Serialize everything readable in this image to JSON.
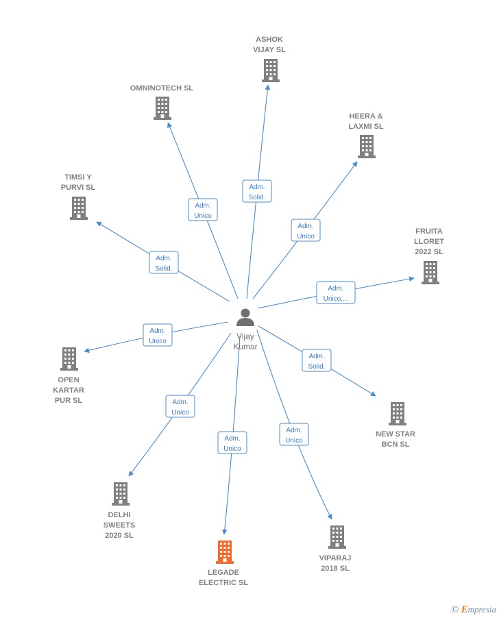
{
  "center": {
    "name_lines": [
      "Vijay",
      "Kumar"
    ],
    "icon": "person-icon"
  },
  "colors": {
    "edge": "#4a8ad4",
    "building": "#808080",
    "highlight": "#f26a2e"
  },
  "nodes": [
    {
      "id": "ashok",
      "lines": [
        "ASHOK",
        "VIJAY  SL"
      ],
      "icon": "building-icon",
      "highlight": false,
      "role": [
        "Adm.",
        "Solid."
      ]
    },
    {
      "id": "omninotech",
      "lines": [
        "OMNINOTECH SL"
      ],
      "icon": "building-icon",
      "highlight": false,
      "role": [
        "Adm.",
        "Unico"
      ]
    },
    {
      "id": "heera",
      "lines": [
        "HEERA &",
        "LAXMI  SL"
      ],
      "icon": "building-icon",
      "highlight": false,
      "role": [
        "Adm.",
        "Unico"
      ]
    },
    {
      "id": "timsi",
      "lines": [
        "TIMSI Y",
        "PURVI  SL"
      ],
      "icon": "building-icon",
      "highlight": false,
      "role": [
        "Adm.",
        "Solid."
      ]
    },
    {
      "id": "fruita",
      "lines": [
        "FRUITA",
        "LLORET",
        "2022  SL"
      ],
      "icon": "building-icon",
      "highlight": false,
      "role": [
        "Adm.",
        "Unico,..."
      ]
    },
    {
      "id": "open",
      "lines": [
        "OPEN",
        "KARTAR",
        "PUR  SL"
      ],
      "icon": "building-icon",
      "highlight": false,
      "role": [
        "Adm.",
        "Unico"
      ]
    },
    {
      "id": "newstar",
      "lines": [
        "NEW STAR",
        "BCN SL"
      ],
      "icon": "building-icon",
      "highlight": false,
      "role": [
        "Adm.",
        "Solid."
      ]
    },
    {
      "id": "delhi",
      "lines": [
        "DELHI",
        "SWEETS",
        "2020  SL"
      ],
      "icon": "building-icon",
      "highlight": false,
      "role": [
        "Adm.",
        "Unico"
      ]
    },
    {
      "id": "legade",
      "lines": [
        "LEGADE",
        "ELECTRIC  SL"
      ],
      "icon": "building-icon",
      "highlight": true,
      "role": [
        "Adm.",
        "Unico"
      ]
    },
    {
      "id": "viparaj",
      "lines": [
        "VIPARAJ",
        "2018  SL"
      ],
      "icon": "building-icon",
      "highlight": false,
      "role": [
        "Adm.",
        "Unico"
      ]
    }
  ],
  "brand": {
    "symbol": "©",
    "initial": "E",
    "rest": "mpresia"
  }
}
